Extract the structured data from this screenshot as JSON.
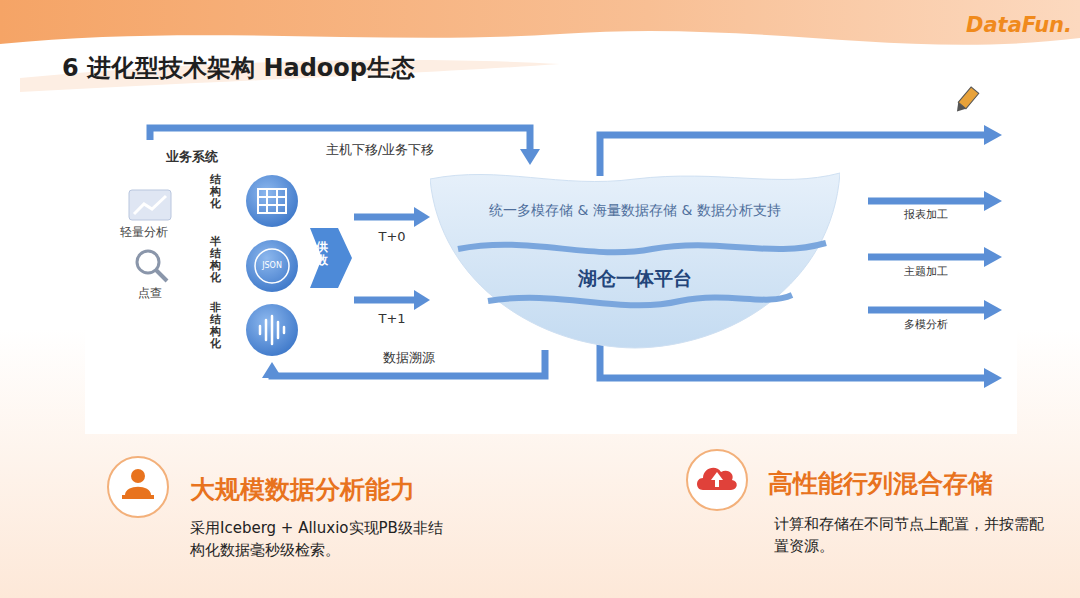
{
  "diagram": {
    "title": "6 进化型技术架构 Hadoop生态",
    "nodes": [
      {
        "text": [
          "业务系统",
          "轻量分析",
          "点查"
        ]
      },
      {
        "text": [
          "结构化"
        ]
      },
      {
        "text": [
          "半结构化",
          "JSON"
        ]
      },
      {
        "text": [
          "非结构化"
        ]
      },
      {
        "text": [
          "供数"
        ]
      },
      {
        "text": [
          "统一多模存储 & 海量数据存储 & 数据分析支持",
          "湖仓一体平台"
        ]
      }
    ],
    "edges": [
      {
        "from": 0,
        "to": 5,
        "arrow": "to",
        "label": "主机下移/业务下移"
      },
      {
        "from": 4,
        "to": 5,
        "arrow": "to",
        "label": "T+0"
      },
      {
        "from": 4,
        "to": 5,
        "arrow": "to",
        "label": "T+1"
      },
      {
        "from": 5,
        "to": 3,
        "arrow": "to",
        "label": "数据溯源"
      }
    ],
    "labels": [
      "DataFun.",
      "报表加工",
      "主题加工",
      "多模分析",
      "大规模数据分析能力",
      "采用Iceberg + Alluxio实现PB级非结构化数据毫秒级检索。",
      "高性能行列混合存储",
      "计算和存储在不同节点上配置，并按需配置资源。"
    ]
  }
}
